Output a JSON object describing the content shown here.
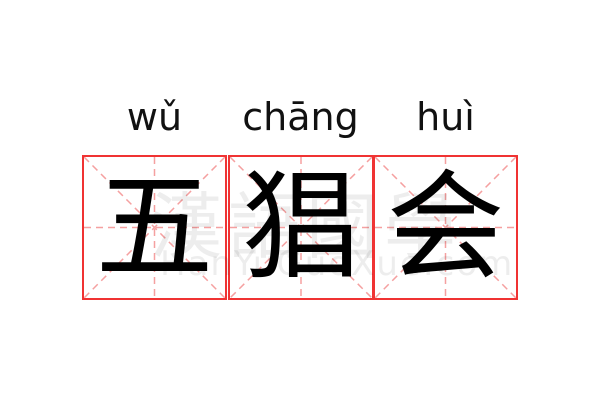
{
  "syllables": [
    {
      "pinyin": "wǔ",
      "character": "五"
    },
    {
      "pinyin": "chāng",
      "character": "猖"
    },
    {
      "pinyin": "huì",
      "character": "会"
    }
  ],
  "watermark": {
    "chinese": "漢語國學",
    "latin": "HanYuGuoXue.com"
  },
  "colors": {
    "grid_border": "#f03333",
    "guide_lines": "#f5a0a0",
    "text": "#000000"
  }
}
